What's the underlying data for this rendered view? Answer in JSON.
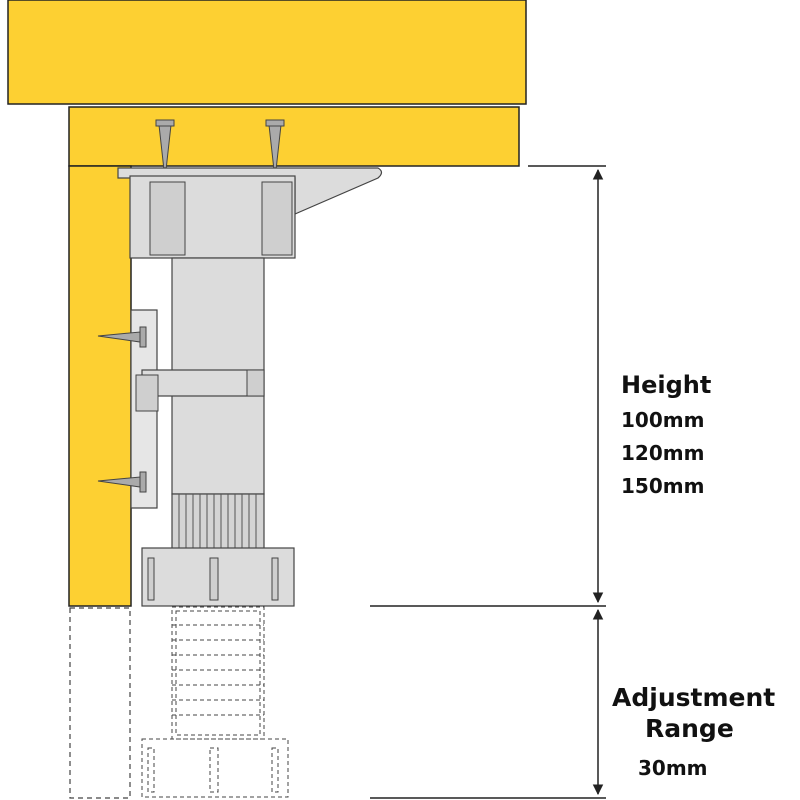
{
  "colors": {
    "wood": "#fdd032",
    "wood_stroke": "#222222",
    "plastic": "#dcdcdc",
    "plastic_dark": "#b9b9b9",
    "screw": "#aaaaaa",
    "dim_line": "#222222"
  },
  "labels": {
    "height_title": "Height",
    "height_values": [
      "100mm",
      "120mm",
      "150mm"
    ],
    "adjustment_title_line1": "Adjustment",
    "adjustment_title_line2": "Range",
    "adjustment_value": "30mm"
  }
}
